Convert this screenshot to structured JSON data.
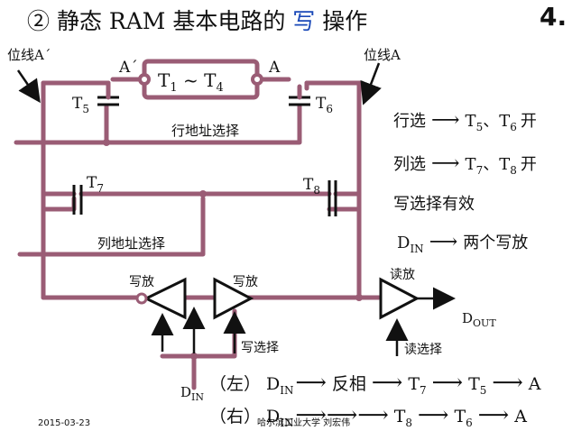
{
  "title": {
    "prefix": "② 静态 RAM 基本电路的 ",
    "highlight": "写",
    "suffix": " 操作"
  },
  "page_number": "4.",
  "circuit": {
    "cell_a": "T",
    "cell_a_sub": "1",
    "cell_sep": " ~ ",
    "cell_b": "T",
    "cell_b_sub": "4",
    "bitline_left": "位线A´",
    "bitline_right": "位线A",
    "node_a_prime": "A´",
    "node_a": "A",
    "t5": "T",
    "t5_sub": "5",
    "t6": "T",
    "t6_sub": "6",
    "t7": "T",
    "t7_sub": "7",
    "t8": "T",
    "t8_sub": "8",
    "row_select": "行地址选择",
    "column_select": "列地址选择",
    "write_amp": "写放",
    "read_amp": "读放",
    "dout": "D",
    "dout_sub": "OUT",
    "write_select": "写选择",
    "read_select": "读选择",
    "din": "D",
    "din_sub": "IN"
  },
  "rules": {
    "row": {
      "label": "行选",
      "t_a": "T",
      "t_a_sub": "5",
      "sep": "、",
      "t_b": "T",
      "t_b_sub": "6",
      "state": "开"
    },
    "column": {
      "label": "列选",
      "t_a": "T",
      "t_a_sub": "7",
      "sep": "、",
      "t_b": "T",
      "t_b_sub": "8",
      "state": "开"
    },
    "write_enable": "写选择有效",
    "din": {
      "label": "D",
      "label_sub": "IN",
      "text": "两个写放"
    }
  },
  "paths": {
    "left": {
      "side": "（左）",
      "src": "D",
      "src_sub": "IN",
      "step1": "反相",
      "step2": "T",
      "step2_sub": "7",
      "step3": "T",
      "step3_sub": "5",
      "end": "A"
    },
    "right": {
      "side": "（右）",
      "src": "D",
      "src_sub": "IN",
      "step1": "T",
      "step1_sub": "8",
      "step2": "T",
      "step2_sub": "6",
      "end": "A"
    }
  },
  "footer": {
    "date": "2015-03-23",
    "author": "哈尔滨工业大学  刘宏伟"
  },
  "colors": {
    "wire": "#9a5c75",
    "highlight": "#1a49b8"
  }
}
